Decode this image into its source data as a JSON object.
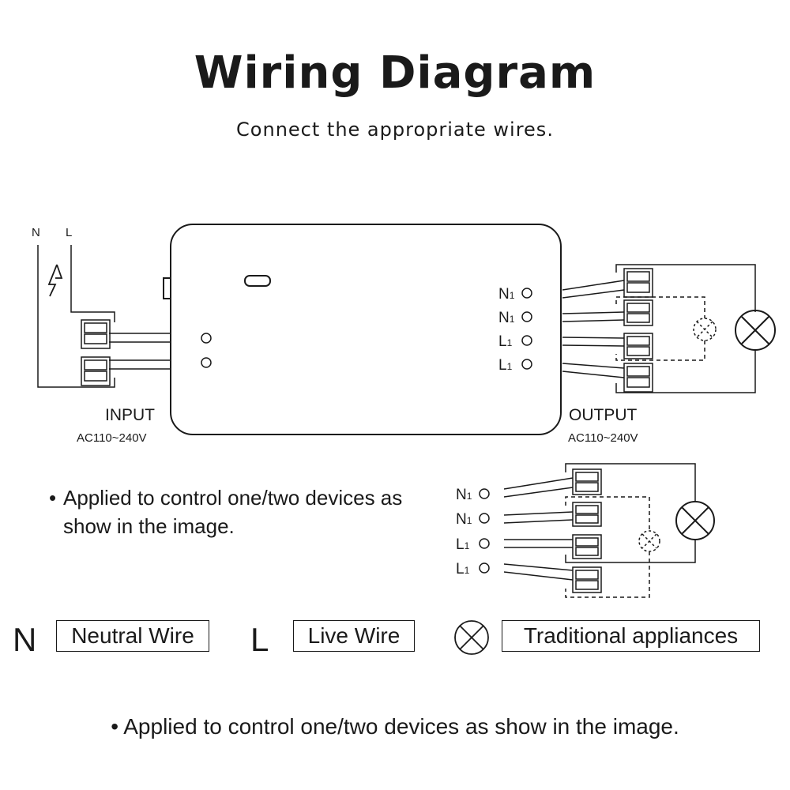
{
  "header": {
    "title": "Wiring Diagram",
    "subtitle": "Connect the appropriate wires."
  },
  "diagram": {
    "supply_labels": {
      "neutral": "N",
      "live": "L"
    },
    "input": {
      "label": "INPUT",
      "voltage": "AC110~240V"
    },
    "output": {
      "label": "OUTPUT",
      "voltage": "AC110~240V"
    },
    "terminals": [
      {
        "letter": "N",
        "sub": "1"
      },
      {
        "letter": "N",
        "sub": "1"
      },
      {
        "letter": "L",
        "sub": "1"
      },
      {
        "letter": "L",
        "sub": "1"
      }
    ],
    "secondary_terminals": [
      {
        "letter": "N",
        "sub": "1"
      },
      {
        "letter": "N",
        "sub": "1"
      },
      {
        "letter": "L",
        "sub": "1"
      },
      {
        "letter": "L",
        "sub": "1"
      }
    ]
  },
  "notes": {
    "bullet": "•",
    "note_1": "Applied to control one/two devices as show in the image.",
    "note_2": "• Applied to control one/two devices as show in the image."
  },
  "legend": {
    "neutral_letter": "N",
    "neutral_label": "Neutral Wire",
    "live_letter": "L",
    "live_label": "Live Wire",
    "appliance_icon": "lamp-cross-icon",
    "appliance_label": "Traditional appliances"
  }
}
